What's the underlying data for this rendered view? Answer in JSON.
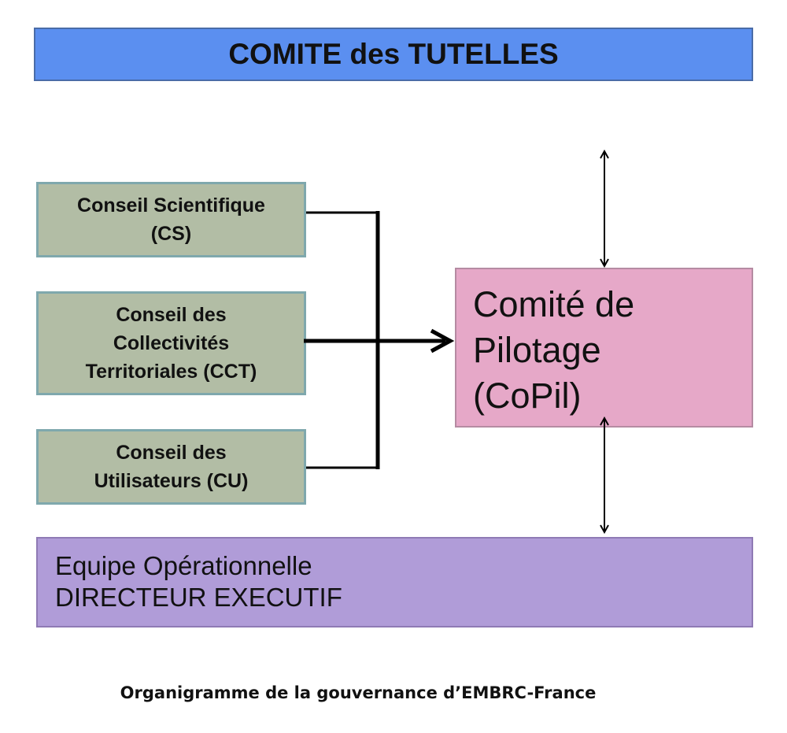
{
  "top_box": {
    "label": "COMITE des TUTELLES"
  },
  "councils": [
    {
      "lines": [
        "Conseil Scientifique",
        "(CS)"
      ]
    },
    {
      "lines": [
        "Conseil des",
        "Collectivités",
        "Territoriales (CCT)"
      ]
    },
    {
      "lines": [
        "Conseil des",
        "Utilisateurs (CU)"
      ]
    }
  ],
  "copil": {
    "lines": [
      "Comité de",
      "Pilotage",
      "(CoPil)"
    ]
  },
  "equipe": {
    "lines": [
      "Equipe Opérationnelle",
      "DIRECTEUR EXECUTIF"
    ]
  },
  "caption": "Organigramme de la gouvernance d’EMBRC-France"
}
